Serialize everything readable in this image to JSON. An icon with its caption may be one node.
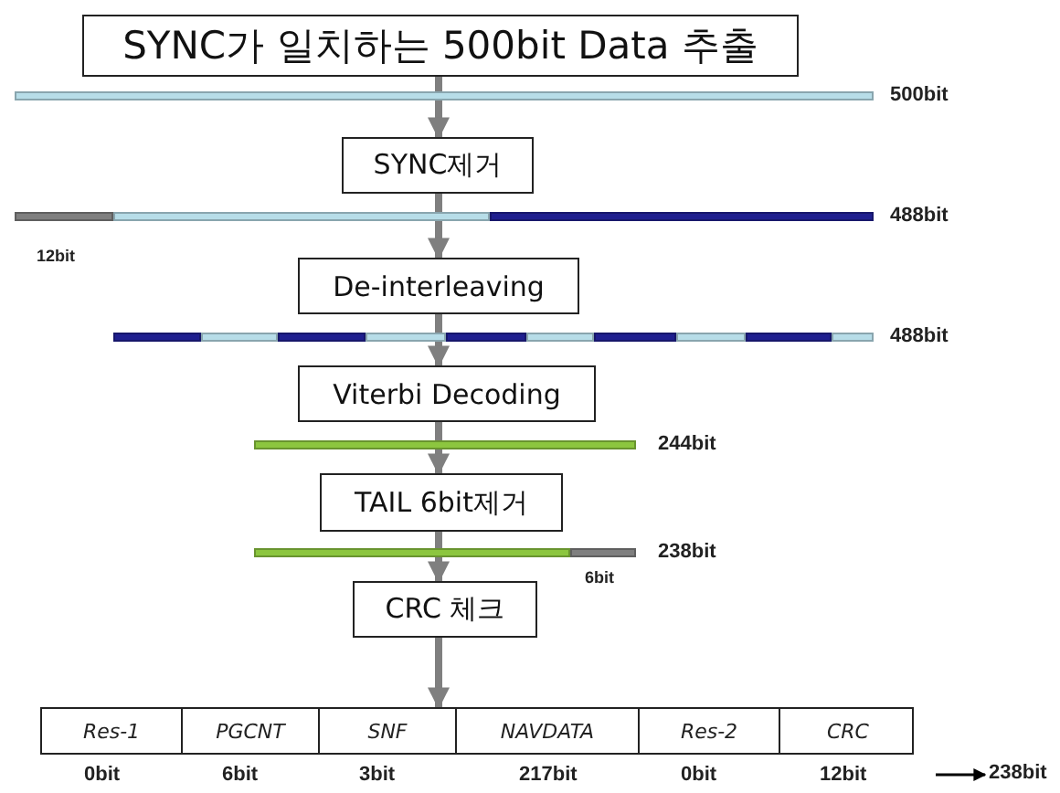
{
  "diagram": {
    "nodes": [
      {
        "text": [
          "SYNC가 일치하는 500bit Data 추출"
        ]
      },
      {
        "text": [],
        "shape": "bar",
        "beside": [
          "500bit"
        ]
      },
      {
        "text": [
          "SYNC제거"
        ]
      },
      {
        "text": [],
        "shape": "bar",
        "beside": [
          "488bit",
          "12bit"
        ]
      },
      {
        "text": [
          "De-interleaving"
        ]
      },
      {
        "text": [],
        "shape": "bar",
        "beside": [
          "488bit"
        ]
      },
      {
        "text": [
          "Viterbi Decoding"
        ]
      },
      {
        "text": [],
        "shape": "bar",
        "beside": [
          "244bit"
        ]
      },
      {
        "text": [
          "TAIL 6bit제거"
        ]
      },
      {
        "text": [],
        "shape": "bar",
        "beside": [
          "238bit",
          "6bit"
        ]
      },
      {
        "text": [
          "CRC 체크"
        ]
      },
      {
        "text": [],
        "shape": "box"
      },
      {
        "text": [
          "Res-1"
        ],
        "in": 11,
        "beside": [
          "0bit"
        ]
      },
      {
        "text": [
          "PGCNT"
        ],
        "in": 11,
        "beside": [
          "6bit"
        ]
      },
      {
        "text": [
          "SNF"
        ],
        "in": 11,
        "beside": [
          "3bit"
        ]
      },
      {
        "text": [
          "NAVDATA"
        ],
        "in": 11,
        "beside": [
          "217bit"
        ]
      },
      {
        "text": [
          "Res-2"
        ],
        "in": 11,
        "beside": [
          "0bit"
        ]
      },
      {
        "text": [
          "CRC"
        ],
        "in": 11,
        "beside": [
          "12bit"
        ]
      },
      {
        "text": [
          "238bit"
        ]
      }
    ],
    "edges": [
      {
        "from": 0,
        "to": 2,
        "arrow": "to"
      },
      {
        "from": 2,
        "to": 4,
        "arrow": "to"
      },
      {
        "from": 4,
        "to": 6,
        "arrow": "to"
      },
      {
        "from": 6,
        "to": 8,
        "arrow": "to"
      },
      {
        "from": 8,
        "to": 10,
        "arrow": "to"
      },
      {
        "from": 10,
        "to": 11,
        "arrow": "to"
      },
      {
        "from": null,
        "to": 18,
        "arrow": "to",
        "color": "#000000"
      }
    ]
  }
}
